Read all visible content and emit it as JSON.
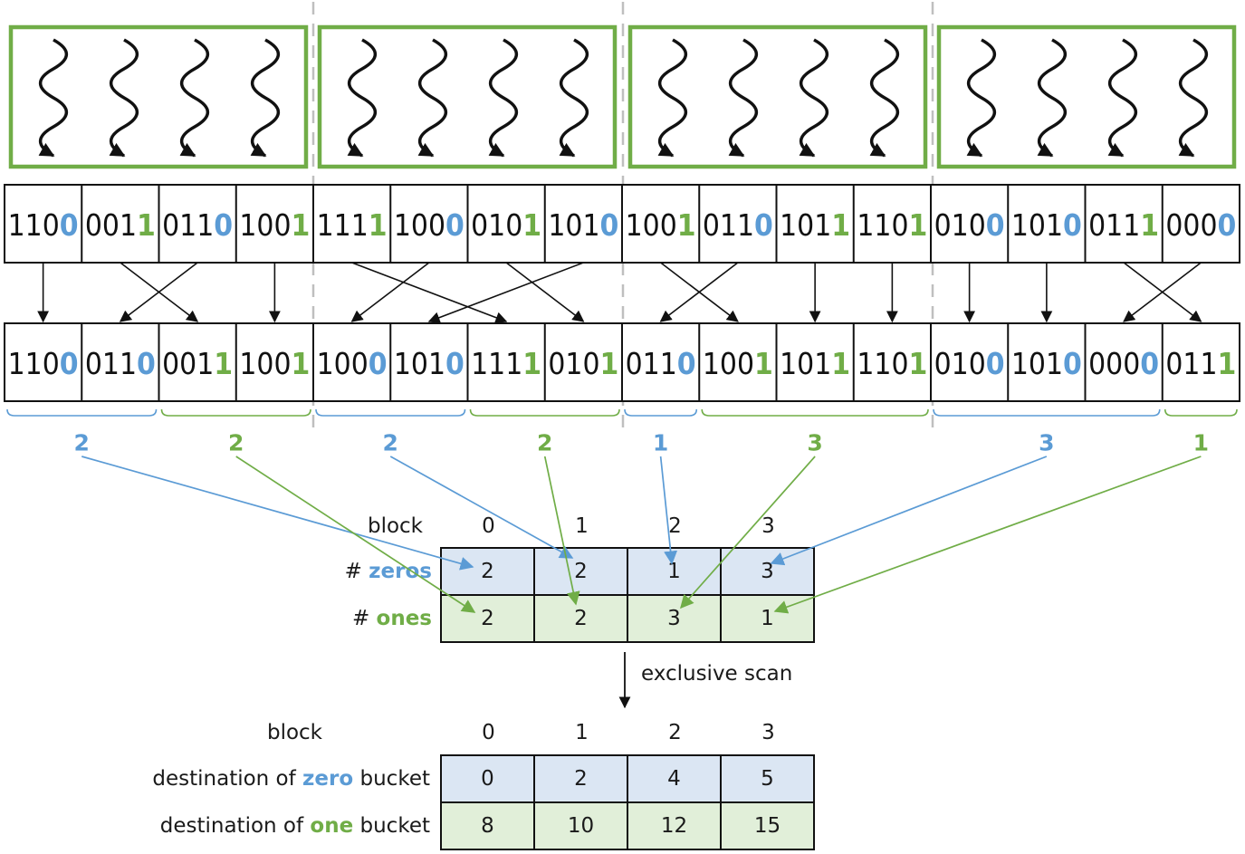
{
  "colors": {
    "zero_accent": "#5b9bd5",
    "one_accent": "#70ad47",
    "zeros_row_fill": "#dbe6f3",
    "ones_row_fill": "#e1efd9",
    "thread_box": "#70ad47",
    "divider": "#bfbfbf",
    "ink": "#111111"
  },
  "icons": {
    "thread": "wavy-down-arrow-icon"
  },
  "blocks": [
    {
      "index": "0",
      "threads": 4
    },
    {
      "index": "1",
      "threads": 4
    },
    {
      "index": "2",
      "threads": 4
    },
    {
      "index": "3",
      "threads": 4
    }
  ],
  "input_keys": [
    "1100",
    "0011",
    "0110",
    "1001",
    "1111",
    "1000",
    "0101",
    "1010",
    "1001",
    "0110",
    "1011",
    "1101",
    "0100",
    "1010",
    "0111",
    "0000"
  ],
  "local_sort_moves": [
    [
      0,
      0
    ],
    [
      1,
      2
    ],
    [
      2,
      1
    ],
    [
      3,
      3
    ],
    [
      4,
      6
    ],
    [
      5,
      4
    ],
    [
      6,
      7
    ],
    [
      7,
      5
    ],
    [
      8,
      9
    ],
    [
      9,
      8
    ],
    [
      10,
      10
    ],
    [
      11,
      11
    ],
    [
      12,
      12
    ],
    [
      13,
      13
    ],
    [
      14,
      15
    ],
    [
      15,
      14
    ]
  ],
  "sorted_keys": [
    "1100",
    "0110",
    "0011",
    "1001",
    "1000",
    "1010",
    "1111",
    "0101",
    "0110",
    "1001",
    "1011",
    "1101",
    "0100",
    "1010",
    "0000",
    "0111"
  ],
  "bucket_counts": [
    {
      "block": 0,
      "bit": "0",
      "start": 0,
      "count": 2,
      "label": "2"
    },
    {
      "block": 0,
      "bit": "1",
      "start": 2,
      "count": 2,
      "label": "2"
    },
    {
      "block": 1,
      "bit": "0",
      "start": 4,
      "count": 2,
      "label": "2"
    },
    {
      "block": 1,
      "bit": "1",
      "start": 6,
      "count": 2,
      "label": "2"
    },
    {
      "block": 2,
      "bit": "0",
      "start": 8,
      "count": 1,
      "label": "1"
    },
    {
      "block": 2,
      "bit": "1",
      "start": 9,
      "count": 3,
      "label": "3"
    },
    {
      "block": 3,
      "bit": "0",
      "start": 12,
      "count": 3,
      "label": "3"
    },
    {
      "block": 3,
      "bit": "1",
      "start": 15,
      "count": 1,
      "label": "1"
    }
  ],
  "count_table": {
    "header_label": "block",
    "columns": [
      "0",
      "1",
      "2",
      "3"
    ],
    "zeros_label_prefix": "# ",
    "zeros_label_word": "zeros",
    "ones_label_prefix": "# ",
    "ones_label_word": "ones",
    "zeros": [
      "2",
      "2",
      "1",
      "3"
    ],
    "ones": [
      "2",
      "2",
      "3",
      "1"
    ]
  },
  "scan_label": "exclusive scan",
  "destination_table": {
    "header_label": "block",
    "columns": [
      "0",
      "1",
      "2",
      "3"
    ],
    "zero_label_start": "destination of ",
    "zero_label_word": "zero",
    "zero_label_end": " bucket",
    "one_label_start": "destination of ",
    "one_label_word": "one",
    "one_label_end": " bucket",
    "zero_dest": [
      "0",
      "2",
      "4",
      "5"
    ],
    "one_dest": [
      "8",
      "10",
      "12",
      "15"
    ]
  }
}
